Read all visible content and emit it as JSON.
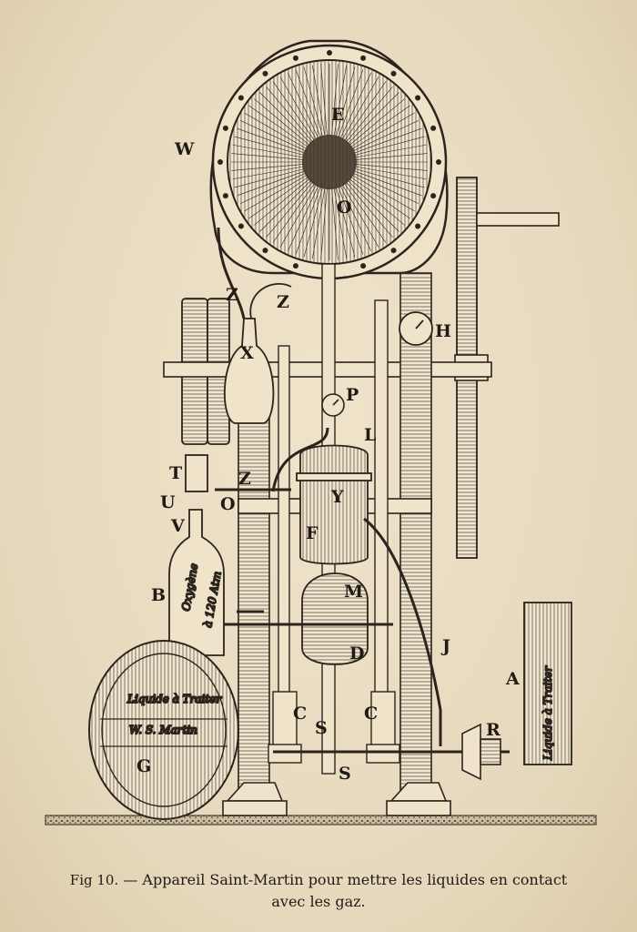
{
  "figure": {
    "labels": {
      "W": "W",
      "E": "E",
      "O_top": "O",
      "Z_left": "Z",
      "Z_mid": "Z",
      "X": "X",
      "H": "H",
      "P": "P",
      "L": "L",
      "T": "T",
      "U": "U",
      "V": "V",
      "Z_low": "Z",
      "O_low": "O",
      "Y": "Y",
      "F": "F",
      "B": "B",
      "M": "M",
      "D": "D",
      "J": "J",
      "A": "A",
      "C_left": "C",
      "C_right": "C",
      "S_up": "S",
      "S_low": "S",
      "R": "R",
      "G": "G"
    },
    "inscriptions": {
      "bottle_line1": "Oxygène",
      "bottle_line2": "à 120 Atm",
      "barrel_line1": "Liquide à Traiter",
      "barrel_line2": "W. S. Martin",
      "tank_right": "Liquide à Traiter"
    }
  },
  "caption": {
    "fig_number": "Fig 10.",
    "dash": "—",
    "text_line1": "Appareil Saint-Martin pour mettre les liquides en contact",
    "text_line2": "avec les gaz."
  }
}
